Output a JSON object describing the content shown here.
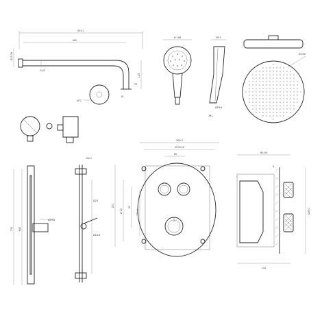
{
  "drawing": {
    "title": "",
    "labels": {
      "arm_total": "503.1",
      "arm_length": "400",
      "arm_drop_left": "Ø13.25",
      "arm_pipe": "G1/2",
      "arm_height": "125",
      "arm_side": "72",
      "arm_flange": "Ø10",
      "arm_tip": "10",
      "rose_flange": "Ø72",
      "hand_head": "Ø 108",
      "hand_len": "261",
      "hand_side": "Ø23",
      "hand_tip": "Ø18.6",
      "overhead_dia": "Ø 250",
      "rail_height": "700",
      "rail_slider": "Ø19.8",
      "rail_span": "640",
      "rail_top": "Ø4.1",
      "rail_mid": "Ø23",
      "rail_bottom": "Ø16.8",
      "valve_w": "300.5",
      "valve_inner": "Ø 230.8",
      "valve_gap": "60",
      "valve_h": "221",
      "valve_depth": "Ø 12",
      "valve_side": "60",
      "valve_side2": "120.0",
      "side_depth": "60-90",
      "side_step": "5",
      "side_h": "Ø200",
      "side_total": "110"
    }
  }
}
